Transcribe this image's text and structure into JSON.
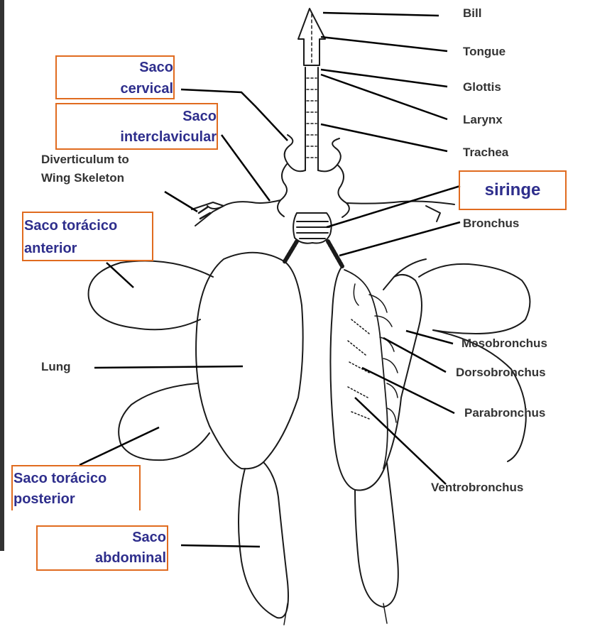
{
  "colors": {
    "box_border": "#e06b1f",
    "spanish_label": "#2e2e8c",
    "english_label": "#333333",
    "left_bar": "#333333"
  },
  "labels_en": {
    "bill": "Bill",
    "tongue": "Tongue",
    "glottis": "Glottis",
    "larynx": "Larynx",
    "trachea": "Trachea",
    "bronchus": "Bronchus",
    "diverticulum_1": "Diverticulum to",
    "diverticulum_2": "Wing Skeleton",
    "lung": "Lung",
    "mesobronchus": "Mesobronchus",
    "dorsobronchus": "Dorsobronchus",
    "parabronchus": "Parabronchus",
    "ventrobronchus": "Ventrobronchus"
  },
  "labels_es": {
    "cervical_1": "Saco",
    "cervical_2": "cervical",
    "interclavicular_1": "Saco",
    "interclavicular_2": "interclavicular",
    "siringe": "siringe",
    "toracico_anterior_1": "Saco torácico",
    "toracico_anterior_2": "anterior",
    "toracico_posterior_1": "Saco torácico",
    "toracico_posterior_2": "posterior",
    "abdominal_1": "Saco",
    "abdominal_2": "abdominal"
  }
}
